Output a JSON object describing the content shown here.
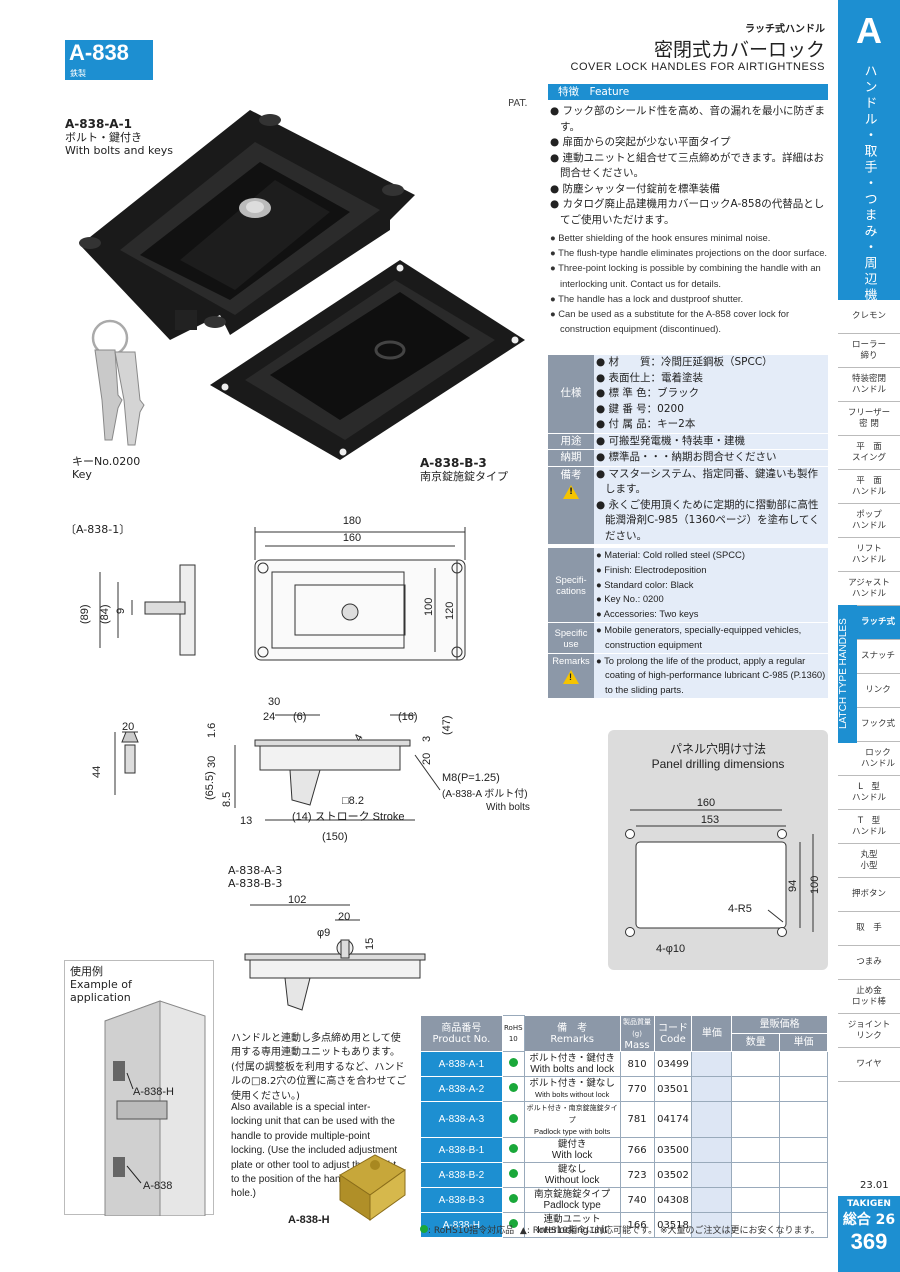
{
  "header": {
    "code": "A-838",
    "material_tag": "鉄製",
    "category_small": "ラッチ式ハンドル",
    "title_jp": "密閉式カバーロック",
    "title_en": "COVER LOCK HANDLES FOR AIRTIGHTNESS"
  },
  "sidebar": {
    "letter": "A",
    "vertical_title": "ハンドル・取手・つまみ・周辺機器",
    "band_label": "LATCH TYPE HANDLES",
    "items": [
      {
        "label": "クレモン"
      },
      {
        "label": "ローラー\n締り"
      },
      {
        "label": "特装密閉\nハンドル"
      },
      {
        "label": "フリーザー\n密 閉"
      },
      {
        "label": "平　面\nスイング"
      },
      {
        "label": "平　面\nハンドル"
      },
      {
        "label": "ポップ\nハンドル"
      },
      {
        "label": "リフト\nハンドル"
      },
      {
        "label": "アジャスト\nハンドル"
      },
      {
        "label": "ラッチ式"
      },
      {
        "label": "スナッチ"
      },
      {
        "label": "リンク"
      },
      {
        "label": "フック式"
      },
      {
        "label": "ロック\nハンドル"
      },
      {
        "label": "L　型\nハンドル"
      },
      {
        "label": "T　型\nハンドル"
      },
      {
        "label": "丸型\n小型"
      },
      {
        "label": "押ボタン"
      },
      {
        "label": "取　手"
      },
      {
        "label": "つまみ"
      },
      {
        "label": "止め金\nロッド棒"
      },
      {
        "label": "ジョイント\nリンク"
      },
      {
        "label": "ワイヤ"
      }
    ],
    "date": "23.01",
    "brand": "TAKIGEN",
    "catalog": "総合 26",
    "page": "369"
  },
  "labels": {
    "pat": "PAT.",
    "a1_code": "A-838-A-1",
    "a1_jp": "ボルト・鍵付き",
    "a1_en": "With bolts and keys",
    "key_jp": "キーNo.0200",
    "key_en": "Key",
    "b3_code": "A-838-B-3",
    "b3_jp": "南京錠施錠タイプ",
    "drawing1": "〔A-838-1〕",
    "drawing2a": "A-838-A-3",
    "drawing2b": "A-838-B-3"
  },
  "feature": {
    "heading": "特徴　Feature",
    "jp": [
      "フック部のシールド性を高め、音の漏れを最小に防ぎます。",
      "扉面からの突起が少ない平面タイプ",
      "連動ユニットと組合せて三点締めができます。詳細はお問合せください。",
      "防塵シャッター付錠前を標準装備",
      "カタログ廃止品建機用カバーロックA-858の代替品としてご使用いただけます。"
    ],
    "en": [
      "Better shielding of the hook ensures minimal noise.",
      "The flush-type handle eliminates projections on the door surface.",
      "Three-point locking is possible by combining the handle with an interlocking unit. Contact us for details.",
      "The handle has a lock and dustproof shutter.",
      "Can be used as a substitute for the A-858 cover lock for construction equipment (discontinued)."
    ]
  },
  "spec_jp": {
    "spec_label": "仕様",
    "spec": [
      "材　　質：冷間圧延鋼板（SPCC）",
      "表面仕上：電着塗装",
      "標 準 色：ブラック",
      "鍵 番 号：0200",
      "付 属 品：キー2本"
    ],
    "use_label": "用途",
    "use": "可搬型発電機・特装車・建機",
    "delivery_label": "納期",
    "delivery": "標準品・・・納期お問合せください",
    "remarks_label": "備考",
    "remarks": [
      "マスターシステム、指定同番、鍵違いも製作します。",
      "永くご使用頂くために定期的に摺動部に高性能潤滑剤C-985（1360ページ）を塗布してください。"
    ]
  },
  "spec_en": {
    "spec_label": "Specifi-\ncations",
    "spec": [
      "Material: Cold rolled steel (SPCC)",
      "Finish: Electrodeposition",
      "Standard color: Black",
      "Key No.: 0200",
      "Accessories: Two keys"
    ],
    "use_label": "Specific\nuse",
    "use": "Mobile generators, specially-equipped vehicles, construction equipment",
    "remarks_label": "Remarks",
    "remarks": "To prolong the life of the product, apply a regular coating of high-performance lubricant C-985 (P.1360) to the sliding parts."
  },
  "dims": {
    "d180": "180",
    "d160": "160",
    "d100": "100",
    "d120": "120",
    "d89": "(89)",
    "d84": "(84)",
    "d9": "9",
    "d20": "20",
    "d44": "44",
    "d30": "30",
    "d24": "24",
    "d6": "(6)",
    "d16": "(16)",
    "d47": "(47)",
    "d3": "3",
    "d4": "4",
    "d1_6": "1.6",
    "d65_5": "(65.5)",
    "d8_5": "8.5",
    "d13": "13",
    "d8_2": "□8.2",
    "stroke": "(14) ストローク Stroke",
    "d150": "(150)",
    "m8": "M8(P=1.25)",
    "m8_note": "(A-838-A ボルト付)",
    "m8_en": "With bolts",
    "d102": "102",
    "phi9": "φ9",
    "d15": "15"
  },
  "panel": {
    "title_jp": "パネル穴明け寸法",
    "title_en": "Panel drilling dimensions",
    "d160": "160",
    "d153": "153",
    "d94": "94",
    "d100": "100",
    "r": "4-R5",
    "holes": "4-φ10"
  },
  "application": {
    "title_jp": "使用例",
    "title_en": "Example of application",
    "label_h": "A-838-H",
    "label_main": "A-838",
    "note_jp": "ハンドルと連動し多点締め用として使用する専用連動ユニットもあります。(付属の調整板を利用するなど、ハンドルの□8.2穴の位置に高さを合わせてご使用ください。)",
    "note_en": "Also available is a special inter-locking unit that can be used with the handle to provide multiple-point locking. (Use the included adjustment plate or other tool to adjust the height to the position of the handle □8.2 hole.)",
    "unit_label": "A-838-H"
  },
  "table": {
    "headers": {
      "pn_jp": "商品番号",
      "pn_en": "Product No.",
      "rohs": "RoHS\n10",
      "rem_jp": "備　考",
      "rem_en": "Remarks",
      "mass_jp": "製品質量(g)",
      "mass_en": "Mass",
      "code_jp": "コード",
      "code_en": "Code",
      "unit_price": "単価",
      "bulk": "量販価格",
      "qty": "数量",
      "bulk_unit": "単価"
    },
    "rows": [
      {
        "pn": "A-838-A-1",
        "rem_jp": "ボルト付き・鍵付き",
        "rem_en": "With bolts and lock",
        "mass": "810",
        "code": "03499"
      },
      {
        "pn": "A-838-A-2",
        "rem_jp": "ボルト付き・鍵なし",
        "rem_en": "With bolts without lock",
        "mass": "770",
        "code": "03501"
      },
      {
        "pn": "A-838-A-3",
        "rem_jp": "ボルト付き・南京錠施錠タイプ",
        "rem_en": "Padlock type with bolts",
        "mass": "781",
        "code": "04174"
      },
      {
        "pn": "A-838-B-1",
        "rem_jp": "鍵付き",
        "rem_en": "With lock",
        "mass": "766",
        "code": "03500"
      },
      {
        "pn": "A-838-B-2",
        "rem_jp": "鍵なし",
        "rem_en": "Without lock",
        "mass": "723",
        "code": "03502"
      },
      {
        "pn": "A-838-B-3",
        "rem_jp": "南京錠施錠タイプ",
        "rem_en": "Padlock type",
        "mass": "740",
        "code": "04308"
      },
      {
        "pn": "A-838-H",
        "rem_jp": "連動ユニット",
        "rem_en": "Interlocking unit",
        "mass": "166",
        "code": "03518"
      }
    ],
    "footnote_a": ": RoHS10指令対応品",
    "footnote_b": "▲: RoHS10指令に対応可能です。 ※大量のご注文は更にお安くなります。"
  },
  "colors": {
    "accent": "#1d8fd1",
    "label_gray": "#8c98a8",
    "light_blue": "#e4ecf8",
    "rohs_green": "#1aa83a"
  }
}
